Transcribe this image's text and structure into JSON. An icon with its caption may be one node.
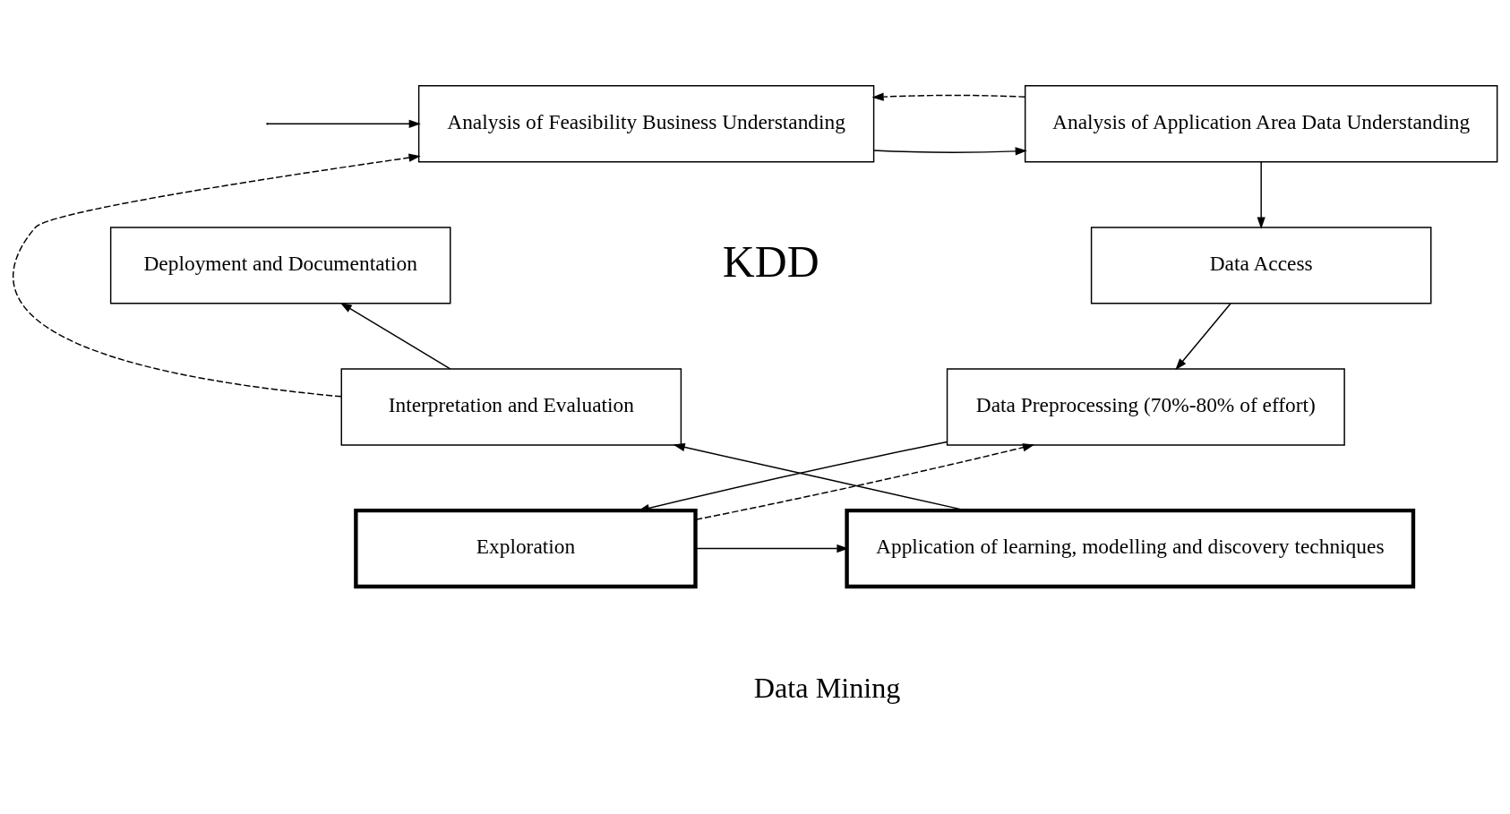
{
  "diagram": {
    "nodes": [
      {
        "text": [
          "Analysis of Feasibility Business Understanding"
        ]
      },
      {
        "text": [
          "Analysis of Application Area Data Understanding"
        ]
      },
      {
        "text": [
          "Deployment and Documentation"
        ]
      },
      {
        "text": [
          "Data Access"
        ]
      },
      {
        "text": [
          "Interpretation and Evaluation"
        ]
      },
      {
        "text": [
          "Data Preprocessing (70%-80% of effort)"
        ]
      },
      {
        "text": [
          "Application of learning, modelling and discovery techniques"
        ]
      },
      {
        "text": [
          "Exploration"
        ]
      }
    ],
    "edges": [
      {
        "from": null,
        "to": 0,
        "arrow": "to"
      },
      {
        "from": 0,
        "to": 1,
        "arrow": "to"
      },
      {
        "from": 1,
        "to": 3,
        "arrow": "to"
      },
      {
        "from": 1,
        "to": 0,
        "arrow": "to",
        "style": "dashed"
      },
      {
        "from": 3,
        "to": 5,
        "arrow": "to"
      },
      {
        "from": 5,
        "to": 7,
        "arrow": "to"
      },
      {
        "from": 7,
        "to": 5,
        "arrow": "to",
        "style": "dashed"
      },
      {
        "from": 7,
        "to": 6,
        "arrow": "to"
      },
      {
        "from": 6,
        "to": 4,
        "arrow": "to"
      },
      {
        "from": 4,
        "to": 2,
        "arrow": "to"
      },
      {
        "from": 4,
        "to": 0,
        "arrow": "to",
        "style": "dashed"
      }
    ],
    "labels": [
      "KDD",
      "Data Mining"
    ]
  }
}
